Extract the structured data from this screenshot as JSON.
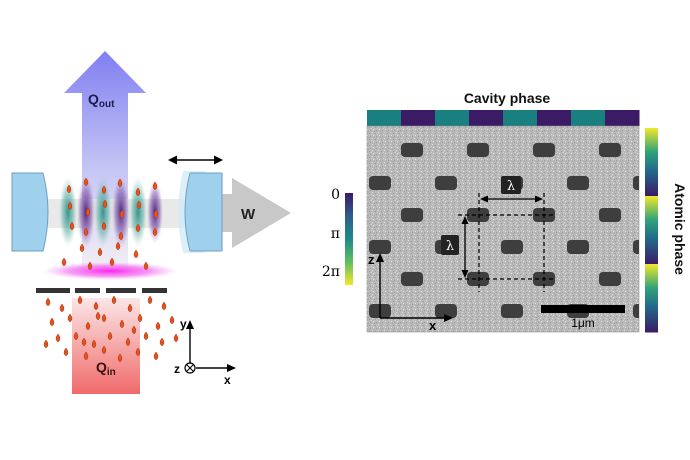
{
  "left_panel": {
    "output_label_main": "Q",
    "output_label_sub": "out",
    "input_label_main": "Q",
    "input_label_sub": "in",
    "work_label": "W",
    "axis_y": "y",
    "axis_z": "z",
    "axis_x": "x"
  },
  "right_panel": {
    "cavity_phase_title": "Cavity phase",
    "atomic_phase_title": "Atomic phase",
    "colorbar_ticks": [
      "0",
      "π",
      "2π"
    ],
    "lambda_symbol": "λ",
    "axis_z": "z",
    "axis_x": "x",
    "scale_bar_label": "1μm"
  },
  "colors": {
    "output_arrow": "#8f8ff0",
    "input_column": "#f07070",
    "mirror": "#8fc8e8",
    "work_arrow": "#c8c8c8",
    "phase_teal": "#1a7f7f",
    "phase_purple": "#3b1a66",
    "atom": "#e8521c"
  },
  "icons": [
    "double-arrow-icon",
    "otimes-icon"
  ]
}
